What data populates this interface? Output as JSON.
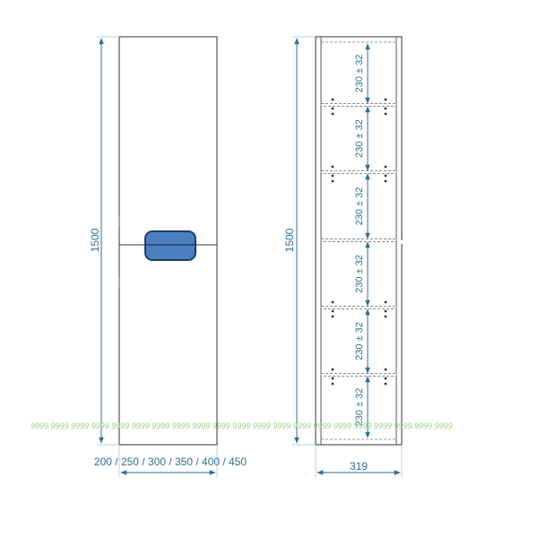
{
  "front_view": {
    "height_label": "1500",
    "width_label": "200 / 250 / 300 / 350 / 400 / 450"
  },
  "side_view": {
    "height_label": "1500",
    "depth_label": "319",
    "shelf_spacing_labels": [
      "230 ± 32",
      "230 ± 32",
      "230 ± 32",
      "230 ± 32",
      "230 ± 32",
      "230 ± 32"
    ]
  },
  "colors": {
    "dimension": "#2f6f98",
    "outline": "#333333",
    "handle_fill": "#4a7fc0",
    "handle_stroke": "#1f3d66",
    "watermark": "#9ed08e"
  },
  "watermark_text": "9999 9999 9999 9999 9999 9999 9999 9999 9999 9999 9999 9999 9999 9999 9999 9999 9999 9999 9999 9999 9999"
}
